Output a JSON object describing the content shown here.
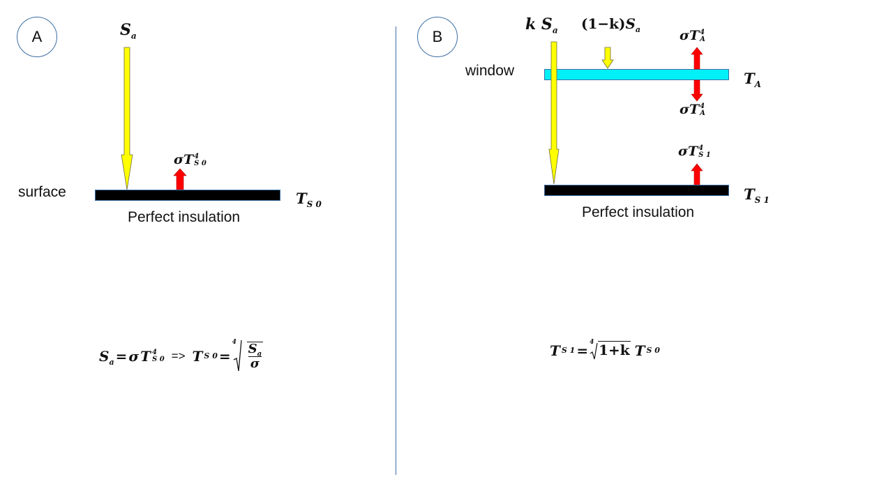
{
  "panel_a": {
    "badge": "A",
    "surface_label": "surface",
    "insulation_label": "Perfect insulation",
    "incoming": {
      "main": "S",
      "sub": "a"
    },
    "emission": {
      "sigma": "σ",
      "main": "T",
      "sub": "S 0",
      "sup": "4"
    },
    "plate_temp": {
      "main": "T",
      "sub": "S 0"
    },
    "equation": {
      "lhs_main": "S",
      "lhs_sub": "a",
      "sigma": "σ",
      "t_main": "T",
      "t_sub": "S 0",
      "t_sup": "4",
      "implies": "=>",
      "res_main": "T",
      "res_sub": "S 0",
      "root_index": "4",
      "frac_num_main": "S",
      "frac_num_sub": "a",
      "frac_den": "σ"
    }
  },
  "panel_b": {
    "badge": "B",
    "window_label": "window",
    "insulation_label": "Perfect insulation",
    "incoming_k": {
      "coef": "k",
      "main": "S",
      "sub": "a"
    },
    "absorbed": {
      "paren": "(1−k)",
      "main": "S",
      "sub": "a"
    },
    "window_emission_up": {
      "sigma": "σ",
      "main": "T",
      "sub": "A",
      "sup": "4"
    },
    "window_emission_down": {
      "sigma": "σ",
      "main": "T",
      "sub": "A",
      "sup": "4"
    },
    "surface_emission": {
      "sigma": "σ",
      "main": "T",
      "sub": "S 1",
      "sup": "4"
    },
    "window_temp": {
      "main": "T",
      "sub": "A"
    },
    "surface_temp": {
      "main": "T",
      "sub": "S 1"
    },
    "equation": {
      "lhs_main": "T",
      "lhs_sub": "S 1",
      "root_index": "4",
      "radicand": "1+k",
      "rhs_main": "T",
      "rhs_sub": "S 0"
    }
  },
  "colors": {
    "solar_arrow": "#ffff00",
    "emission_arrow": "#ff0000",
    "window_fill": "#00f0f8",
    "surface_fill": "#000000",
    "outline": "#3b6ea5"
  }
}
